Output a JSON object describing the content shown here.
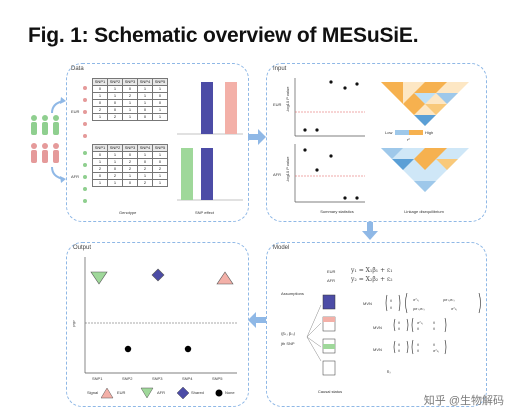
{
  "title": "Fig. 1: Schematic overview of MESuSiE.",
  "watermark": "知乎 @生物解码",
  "data_panel": {
    "label": "Data",
    "pop1": "EUR",
    "pop2": "AFR",
    "snps": [
      "SNP1",
      "SNP2",
      "SNP3",
      "SNP4",
      "SNP5"
    ],
    "eur_rows": [
      [
        "0",
        "1",
        "0",
        "1",
        "1"
      ],
      [
        "1",
        "1",
        "2",
        "1",
        "0"
      ],
      [
        "0",
        "0",
        "1",
        "1",
        "0"
      ],
      [
        "2",
        "0",
        "1",
        "0",
        "1"
      ],
      [
        "1",
        "2",
        "1",
        "0",
        "1"
      ]
    ],
    "afr_rows": [
      [
        "0",
        "1",
        "0",
        "1",
        "1"
      ],
      [
        "1",
        "1",
        "2",
        "0",
        "0"
      ],
      [
        "2",
        "0",
        "2",
        "2",
        "2"
      ],
      [
        "0",
        "2",
        "1",
        "1",
        "1"
      ],
      [
        "1",
        "1",
        "0",
        "2",
        "1"
      ]
    ],
    "genotype_label": "Genotype",
    "snp_effect_label": "SNP effect",
    "colors": {
      "eur_person": "#e59a9a",
      "afr_person": "#8fcf8f",
      "eur_bar": "#f3b0a8",
      "afr_bar": "#9fd89a",
      "shared_bar": "#4c4ca6"
    }
  },
  "input_panel": {
    "label": "Input",
    "ylabel": "-log10 P value",
    "summary_label": "Summary statistics",
    "ld_label": "Linkage disequilibrium",
    "legend_low": "Low",
    "legend_high": "High",
    "legend_r2": "r²",
    "pop1": "EUR",
    "pop2": "AFR"
  },
  "model_panel": {
    "label": "Model",
    "pop1": "EUR",
    "pop2": "AFR",
    "eq1": "y₁ = X₁β₁ + ε₁",
    "eq2": "y₂ = X₂β₂ + ε₂",
    "assumptions": "Assumptions",
    "jth_snp": "jth SNP",
    "causal_status": "Causal status",
    "mvn": "MVN",
    "delta": "δⱼ"
  },
  "output_panel": {
    "label": "Output",
    "ylabel": "PIP",
    "snps": [
      "SNP1",
      "SNP2",
      "SNP3",
      "SNP4",
      "SNP5"
    ],
    "legend": {
      "signal": "Signal",
      "eur": "EUR",
      "afr": "AFR",
      "shared": "Shared",
      "none": "None"
    },
    "colors": {
      "eur": "#f3b0a8",
      "afr": "#9fd89a",
      "shared": "#4c4ca6",
      "none": "#000000"
    }
  }
}
